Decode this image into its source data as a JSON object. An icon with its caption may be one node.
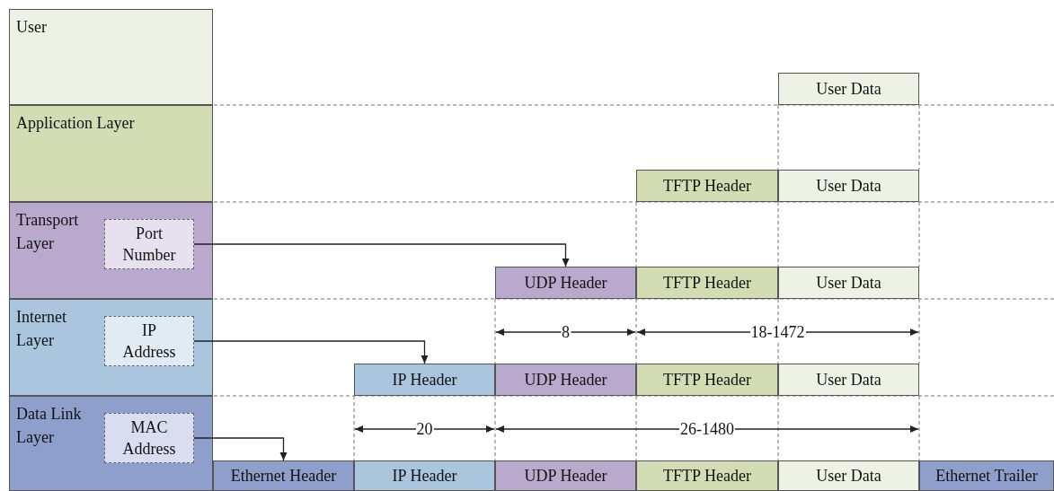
{
  "diagram": {
    "nodes": [
      {
        "text": [
          "User"
        ]
      },
      {
        "text": [
          "Application Layer"
        ]
      },
      {
        "text": [
          "Transport Layer"
        ]
      },
      {
        "text": [
          "Port Number"
        ],
        "in": 2
      },
      {
        "text": [
          "Internet Layer"
        ]
      },
      {
        "text": [
          "IP Address"
        ],
        "in": 4
      },
      {
        "text": [
          "Data Link Layer"
        ]
      },
      {
        "text": [
          "MAC Address"
        ],
        "in": 6
      },
      {
        "text": [
          "User Data"
        ]
      },
      {
        "text": [
          "TFTP Header"
        ]
      },
      {
        "text": [
          "User Data"
        ]
      },
      {
        "text": [
          "UDP Header"
        ]
      },
      {
        "text": [
          "TFTP Header"
        ]
      },
      {
        "text": [
          "User Data"
        ]
      },
      {
        "text": [
          "IP Header"
        ]
      },
      {
        "text": [
          "UDP Header"
        ]
      },
      {
        "text": [
          "TFTP Header"
        ]
      },
      {
        "text": [
          "User Data"
        ]
      },
      {
        "text": [
          "Ethernet Header"
        ]
      },
      {
        "text": [
          "IP Header"
        ]
      },
      {
        "text": [
          "UDP Header"
        ]
      },
      {
        "text": [
          "TFTP Header"
        ]
      },
      {
        "text": [
          "User Data"
        ]
      },
      {
        "text": [
          "Ethernet Trailer"
        ]
      }
    ],
    "edges": [
      {
        "from": 3,
        "to": 11,
        "arrow": "to"
      },
      {
        "from": 5,
        "to": 14,
        "arrow": "to"
      },
      {
        "from": 7,
        "to": 18,
        "arrow": "to"
      }
    ],
    "labels": [
      "8",
      "18-1472",
      "20",
      "26-1480"
    ]
  }
}
